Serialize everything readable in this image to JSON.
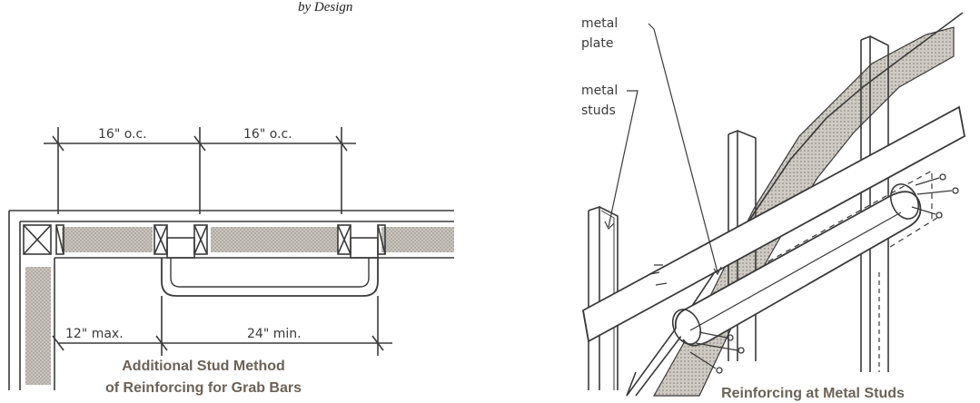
{
  "header_fragment": "by Design",
  "left_figure": {
    "dimension_top_left": "16\" o.c.",
    "dimension_top_right": "16\" o.c.",
    "dimension_bottom_left": "12\" max.",
    "dimension_bottom_right": "24\" min.",
    "caption_line1": "Additional Stud Method",
    "caption_line2": "of Reinforcing for Grab Bars"
  },
  "right_figure": {
    "label_plate_line1": "metal",
    "label_plate_line2": "plate",
    "label_studs_line1": "metal",
    "label_studs_line2": "studs",
    "caption": "Reinforcing at Metal Studs"
  },
  "colors": {
    "line": "#3a3a3a",
    "insulation": "#b9b4ad",
    "caption": "#6b6258"
  }
}
